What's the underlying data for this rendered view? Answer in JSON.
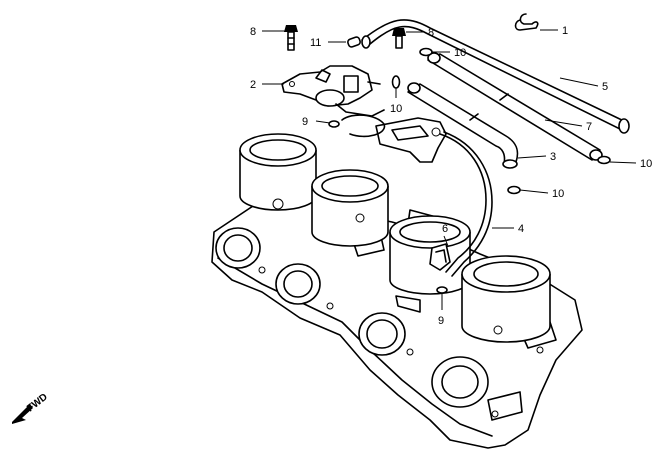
{
  "callouts": [
    {
      "number": "1"
    },
    {
      "number": "2"
    },
    {
      "number": "3"
    },
    {
      "number": "4"
    },
    {
      "number": "5"
    },
    {
      "number": "6"
    },
    {
      "number": "7"
    },
    {
      "number": "8"
    },
    {
      "number": "8"
    },
    {
      "number": "9"
    },
    {
      "number": "9"
    },
    {
      "number": "10"
    },
    {
      "number": "10"
    },
    {
      "number": "10"
    },
    {
      "number": "10"
    },
    {
      "number": "11"
    }
  ],
  "direction_marker": {
    "label": "FWD",
    "icon": "arrow-left-down-icon"
  }
}
